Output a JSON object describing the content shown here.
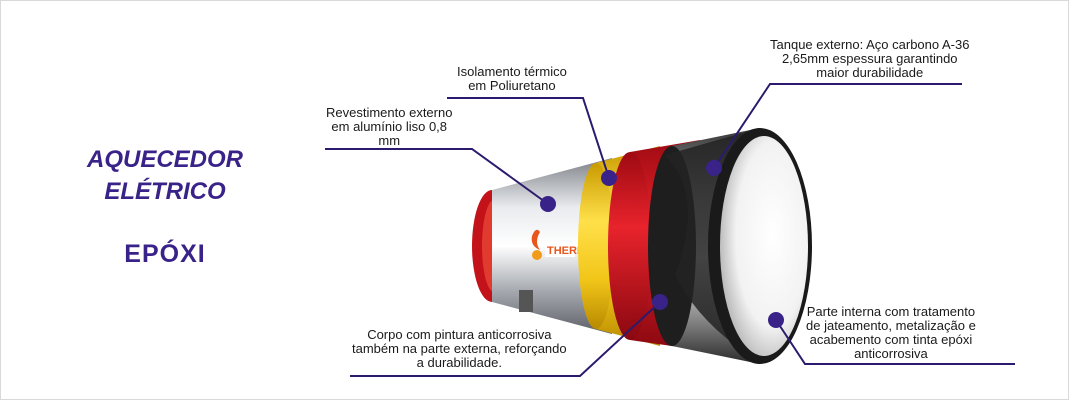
{
  "title": {
    "line1": "AQUECEDOR",
    "line2": "ELÉTRICO",
    "subtitle": "EPÓXI"
  },
  "brand": {
    "logo_text": "THERM"
  },
  "colors": {
    "accent": "#3a2388",
    "aluminium": "#b8bcc2",
    "insulation": "#f2c619",
    "paint": "#d8141e",
    "tank": "#2a2a2a"
  },
  "labels": {
    "revestimento": [
      "Revestimento externo",
      "em alumínio liso 0,8",
      "mm"
    ],
    "isolamento": [
      "Isolamento térmico",
      "em Poliuretano"
    ],
    "tanque": [
      "Tanque externo: Aço carbono A-36",
      "2,65mm espessura garantindo",
      "maior durabilidade"
    ],
    "corpo": [
      "Corpo com pintura anticorrosiva",
      "também na parte externa, reforçando",
      "a durabilidade."
    ],
    "interna": [
      "Parte interna com tratamento",
      "de jateamento, metalização e",
      "acabemento com tinta epóxi",
      "anticorrosiva"
    ]
  }
}
